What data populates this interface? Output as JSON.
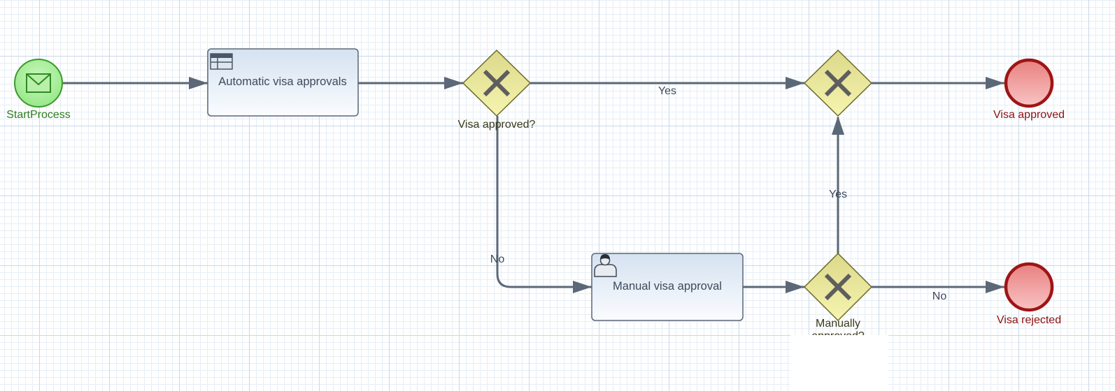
{
  "diagram": {
    "start_event": {
      "label": "StartProcess"
    },
    "task_auto": {
      "label": "Automatic visa approvals"
    },
    "gateway_visa": {
      "label": "Visa approved?"
    },
    "gateway_merge": {
      "label": ""
    },
    "task_manual": {
      "label": "Manual visa approval"
    },
    "gateway_manual": {
      "label_line1": "Manually",
      "label_line2": "approved?"
    },
    "end_approved": {
      "label": "Visa approved"
    },
    "end_rejected": {
      "label": "Visa rejected"
    },
    "edges": {
      "yes_top": "Yes",
      "no_down": "No",
      "yes_up": "Yes",
      "no_right": "No"
    }
  },
  "colors": {
    "flow": "#5b6878",
    "start_fill": "#a8f09a",
    "start_stroke": "#3a9a2a",
    "end_fill": "#ee8e8e",
    "end_stroke": "#9e1515",
    "gateway_fill": "#ecea9a",
    "gateway_stroke": "#6a6a2a",
    "task_stroke": "#5a6676"
  }
}
